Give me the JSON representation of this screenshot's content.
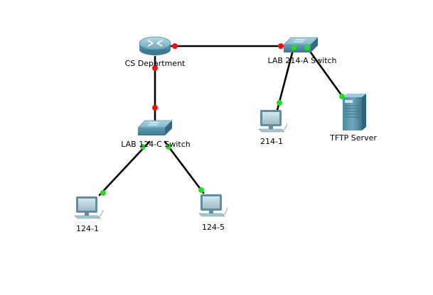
{
  "topology": {
    "devices": [
      {
        "id": "router",
        "type": "router",
        "label": "CS Department",
        "icon": "router-icon"
      },
      {
        "id": "sw_a",
        "type": "switch",
        "label": "LAB 214-A Switch",
        "icon": "switch-icon"
      },
      {
        "id": "sw_c",
        "type": "switch",
        "label": "LAB 124-C Switch",
        "icon": "switch-icon"
      },
      {
        "id": "pc_214_1",
        "type": "pc",
        "label": "214-1",
        "icon": "pc-icon"
      },
      {
        "id": "tftp",
        "type": "server",
        "label": "TFTP Server",
        "icon": "server-icon"
      },
      {
        "id": "pc_124_1",
        "type": "pc",
        "label": "124-1",
        "icon": "pc-icon"
      },
      {
        "id": "pc_124_5",
        "type": "pc",
        "label": "124-5",
        "icon": "pc-icon"
      }
    ],
    "links": [
      {
        "from": "router",
        "to": "sw_a",
        "status_from": "down",
        "status_to": "down"
      },
      {
        "from": "router",
        "to": "sw_c",
        "status_from": "down",
        "status_to": "down"
      },
      {
        "from": "sw_a",
        "to": "pc_214_1",
        "status_from": "up",
        "status_to": "up"
      },
      {
        "from": "sw_a",
        "to": "tftp",
        "status_from": "up",
        "status_to": "up"
      },
      {
        "from": "sw_c",
        "to": "pc_124_1",
        "status_from": "up",
        "status_to": "up"
      },
      {
        "from": "sw_c",
        "to": "pc_124_5",
        "status_from": "up",
        "status_to": "up"
      }
    ]
  },
  "colors": {
    "link": "#000000",
    "status_up": "#22dd22",
    "status_down": "#ee1111"
  }
}
